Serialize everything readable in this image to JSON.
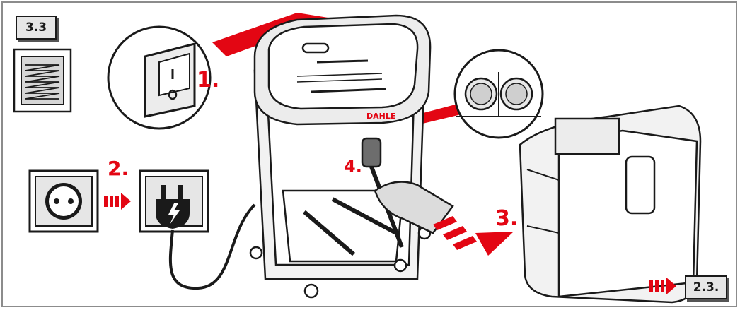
{
  "section_label": "3.3",
  "next_ref_label": "2.3.",
  "brand": "DAHLE",
  "steps": {
    "s1": "1.",
    "s2": "2.",
    "s3": "3.",
    "s4": "4."
  },
  "colors": {
    "accent": "#e30613",
    "ink": "#1a1a1a",
    "panel": "#e6e6e6",
    "frame": "#8c8c8c"
  },
  "icons": [
    "rocker-switch-icon",
    "wall-socket-icon",
    "power-plug-icon",
    "cleaning-brush-icon",
    "sensor-eyes-icon",
    "shredding-pattern-icon",
    "arrow-icon"
  ]
}
